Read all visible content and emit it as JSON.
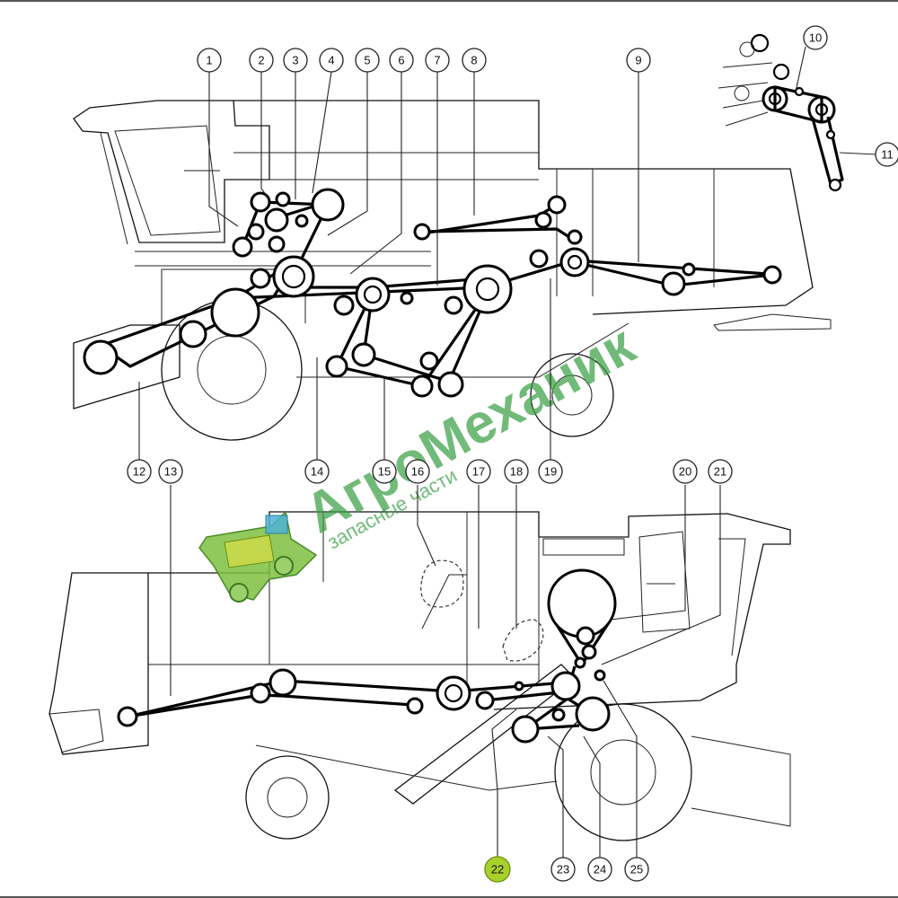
{
  "callouts": [
    {
      "id": "1",
      "label": "1"
    },
    {
      "id": "2",
      "label": "2"
    },
    {
      "id": "3",
      "label": "3"
    },
    {
      "id": "4",
      "label": "4"
    },
    {
      "id": "5",
      "label": "5"
    },
    {
      "id": "6",
      "label": "6"
    },
    {
      "id": "7",
      "label": "7"
    },
    {
      "id": "8",
      "label": "8"
    },
    {
      "id": "9",
      "label": "9"
    },
    {
      "id": "10",
      "label": "10"
    },
    {
      "id": "11",
      "label": "11"
    },
    {
      "id": "12",
      "label": "12"
    },
    {
      "id": "13",
      "label": "13"
    },
    {
      "id": "14",
      "label": "14"
    },
    {
      "id": "15",
      "label": "15"
    },
    {
      "id": "16",
      "label": "16"
    },
    {
      "id": "17",
      "label": "17"
    },
    {
      "id": "18",
      "label": "18"
    },
    {
      "id": "19",
      "label": "19"
    },
    {
      "id": "20",
      "label": "20"
    },
    {
      "id": "21",
      "label": "21"
    },
    {
      "id": "22",
      "label": "22",
      "highlight": true
    },
    {
      "id": "23",
      "label": "23"
    },
    {
      "id": "24",
      "label": "24"
    },
    {
      "id": "25",
      "label": "25"
    }
  ],
  "watermark": {
    "brand": "АгроМеханик",
    "subtitle": "запасные части",
    "color": "#3aa045"
  },
  "colors": {
    "highlight": "#a8d02a",
    "ink": "#111111",
    "background": "#ffffff"
  }
}
